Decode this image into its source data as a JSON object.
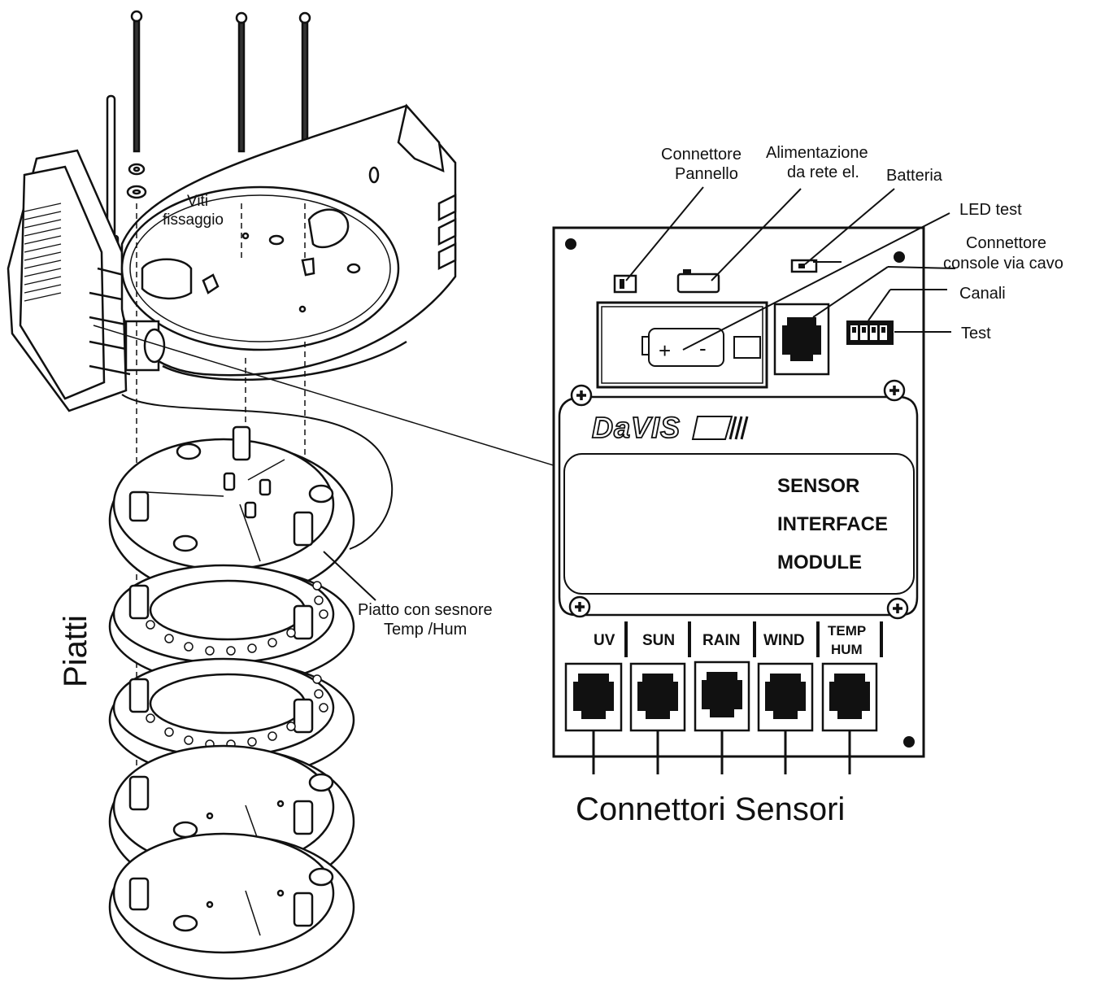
{
  "labels": {
    "connettore_pannello": [
      "Connettore",
      "Pannello"
    ],
    "alimentazione": [
      "Alimentazione",
      "da rete el."
    ],
    "batteria": "Batteria",
    "led_test": "LED test",
    "connettore_console": [
      "Connettore",
      "console via cavo"
    ],
    "canali": "Canali",
    "test": "Test",
    "viti_fissaggio": [
      "Viti",
      "fissaggio"
    ],
    "piatto_sensore": [
      "Piatto con sesnore",
      "Temp /Hum"
    ],
    "piatti": "Piatti",
    "connettori_sensori": "Connettori Sensori"
  },
  "module": {
    "brand": "DaVIS",
    "title_lines": [
      "SENSOR",
      "INTERFACE",
      "MODULE"
    ],
    "battery_plus": "+",
    "battery_minus": "-",
    "ports": [
      "UV",
      "SUN",
      "RAIN",
      "WIND",
      "TEMP HUM"
    ],
    "port_temp_lines": [
      "TEMP",
      "HUM"
    ]
  },
  "colors": {
    "ink": "#111111",
    "background": "#ffffff"
  }
}
